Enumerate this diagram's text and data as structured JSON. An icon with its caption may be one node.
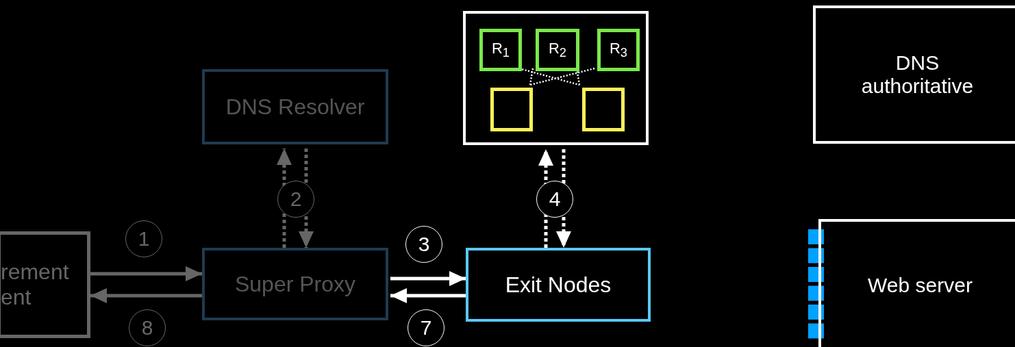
{
  "diagram": {
    "nodes": [
      {
        "text": [
          "rement ent"
        ]
      },
      {
        "text": [
          "Super Proxy"
        ]
      },
      {
        "text": [
          "DNS Resolver"
        ]
      },
      {
        "text": [
          "Exit Nodes"
        ]
      },
      {
        "text": [],
        "shape": "box"
      },
      {
        "text": [
          "R$_{1}$"
        ],
        "in": 4
      },
      {
        "text": [
          "R$_{2}$"
        ],
        "in": 4
      },
      {
        "text": [
          "R$_{3}$"
        ],
        "in": 4
      },
      {
        "text": [],
        "shape": "box",
        "in": 4
      },
      {
        "text": [],
        "shape": "box",
        "in": 4
      },
      {
        "text": [
          "DNS authoritative"
        ]
      },
      {
        "text": [
          "Web server"
        ]
      }
    ],
    "edges": [
      {
        "from": 0,
        "to": 1,
        "arrow": "to",
        "label": "1",
        "color": "#666666"
      },
      {
        "from": 1,
        "to": 0,
        "arrow": "to",
        "label": "8",
        "color": "#666666"
      },
      {
        "from": 1,
        "to": 3,
        "arrow": "to",
        "label": "3"
      },
      {
        "from": 3,
        "to": 1,
        "arrow": "to",
        "label": "7"
      },
      {
        "from": 1,
        "to": 2,
        "arrow": "to",
        "label": "2",
        "style": "dashed",
        "color": "#666666"
      },
      {
        "from": 2,
        "to": 1,
        "arrow": "to",
        "style": "dashed",
        "color": "#666666"
      },
      {
        "from": 3,
        "to": 4,
        "arrow": "to",
        "label": "4",
        "style": "dashed"
      },
      {
        "from": 4,
        "to": 3,
        "arrow": "to",
        "style": "dashed"
      },
      {
        "from": 5,
        "to": 9,
        "arrow": "none",
        "style": "dashed"
      },
      {
        "from": 6,
        "to": 8,
        "arrow": "none",
        "style": "dashed"
      },
      {
        "from": 6,
        "to": 9,
        "arrow": "none",
        "style": "dashed"
      },
      {
        "from": 7,
        "to": 8,
        "arrow": "none",
        "style": "dashed"
      }
    ]
  }
}
